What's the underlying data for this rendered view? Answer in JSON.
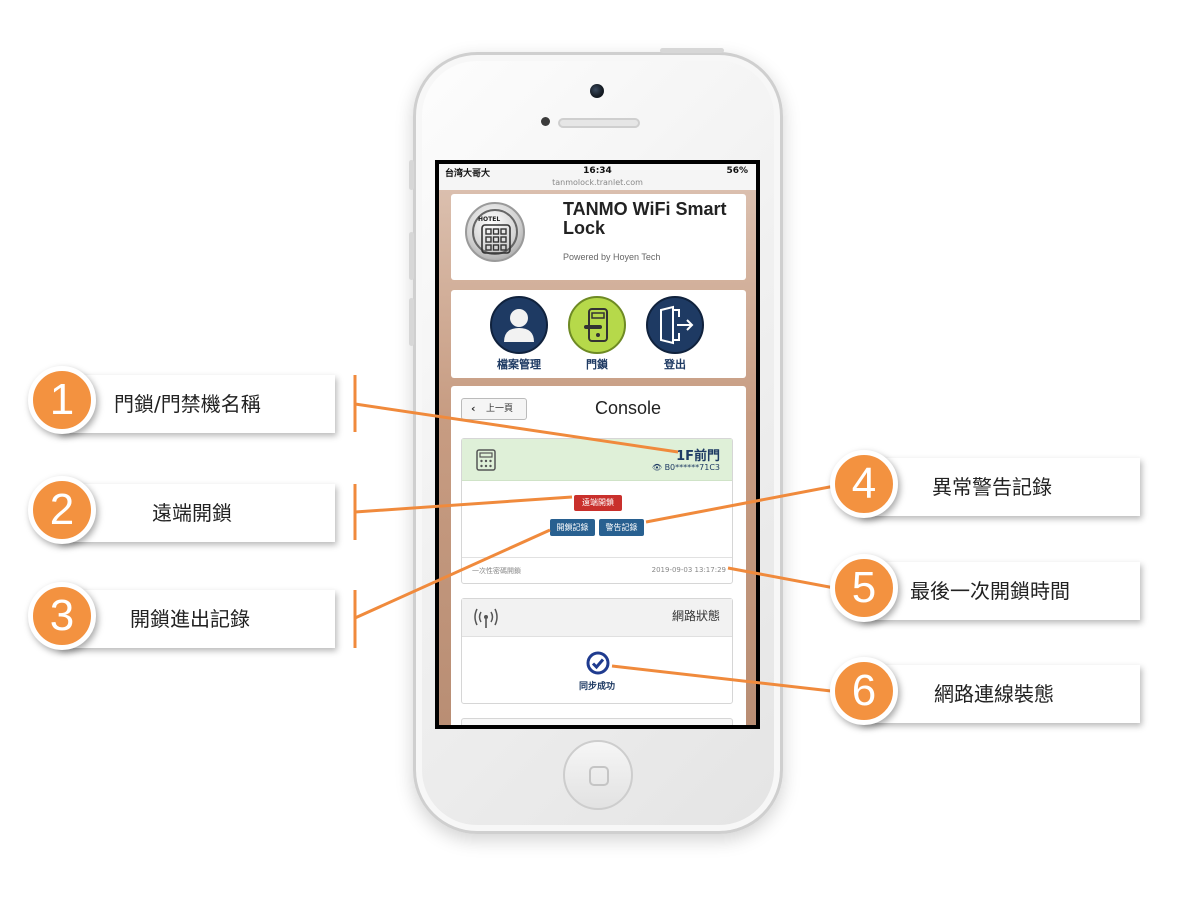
{
  "statusbar": {
    "carrier": "台湾大哥大",
    "time": "16:34",
    "battery": "56%",
    "url": "tanmolock.tranlet.com"
  },
  "app": {
    "logo_text": "HOTEL",
    "title": "TANMO WiFi Smart Lock",
    "subtitle": "Powered by Hoyen Tech"
  },
  "nav": {
    "items": [
      {
        "label": "檔案管理",
        "icon": "user-icon",
        "color": "#1e3a63"
      },
      {
        "label": "門鎖",
        "icon": "door-lock-icon",
        "color": "#b6d94a"
      },
      {
        "label": "登出",
        "icon": "logout-icon",
        "color": "#1e3a63"
      }
    ]
  },
  "console": {
    "back_label": "上一頁",
    "title": "Console",
    "lock": {
      "name": "1F前門",
      "id": "B0******71C3",
      "remote_unlock_label": "遠端開鎖",
      "unlock_log_label": "開鎖記錄",
      "alert_log_label": "警告記錄",
      "last_method": "一次性密碼開鎖",
      "last_time": "2019-09-03 13:17:29"
    },
    "network": {
      "title": "網路狀態",
      "status": "同步成功"
    }
  },
  "annotations": [
    {
      "number": "1",
      "label": "門鎖/門禁機名稱"
    },
    {
      "number": "2",
      "label": "遠端開鎖"
    },
    {
      "number": "3",
      "label": "開鎖進出記錄"
    },
    {
      "number": "4",
      "label": "異常警告記錄"
    },
    {
      "number": "5",
      "label": "最後一次開鎖時間"
    },
    {
      "number": "6",
      "label": "網路連線裝態"
    }
  ],
  "colors": {
    "accent_orange": "#f39240",
    "danger_red": "#c9302c",
    "primary_blue": "#286090",
    "navy": "#1e3a63",
    "success_green_bg": "#dff0d8"
  }
}
